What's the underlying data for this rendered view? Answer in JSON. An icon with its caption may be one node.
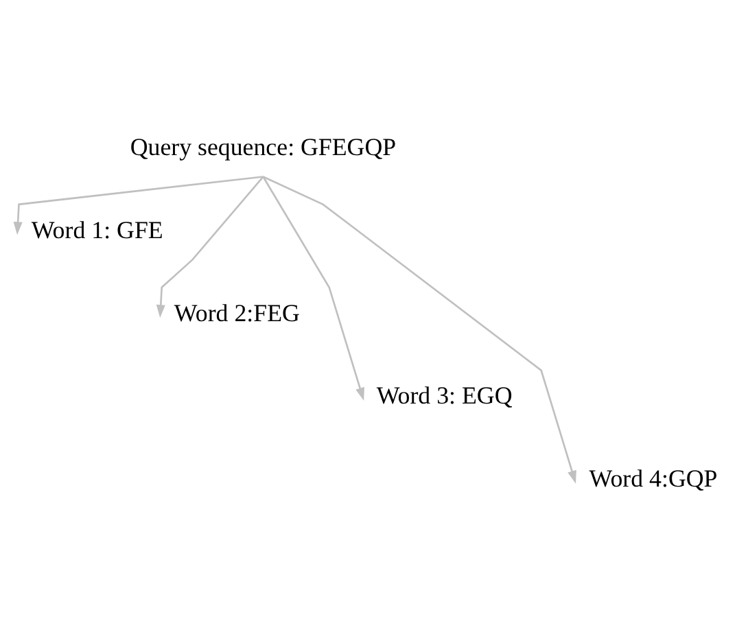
{
  "diagram": {
    "nodes": [
      {
        "text": [
          "Query sequence: GFEGQP"
        ]
      },
      {
        "text": [
          "Word 1: GFE"
        ]
      },
      {
        "text": [
          "Word 2:FEG"
        ]
      },
      {
        "text": [
          "Word 3: EGQ"
        ]
      },
      {
        "text": [
          "Word 4:GQP"
        ]
      }
    ],
    "edges": [
      {
        "from": 0,
        "to": 1,
        "arrow": "to"
      },
      {
        "from": 0,
        "to": 2,
        "arrow": "to"
      },
      {
        "from": 0,
        "to": 3,
        "arrow": "to"
      },
      {
        "from": 0,
        "to": 4,
        "arrow": "to"
      }
    ]
  }
}
